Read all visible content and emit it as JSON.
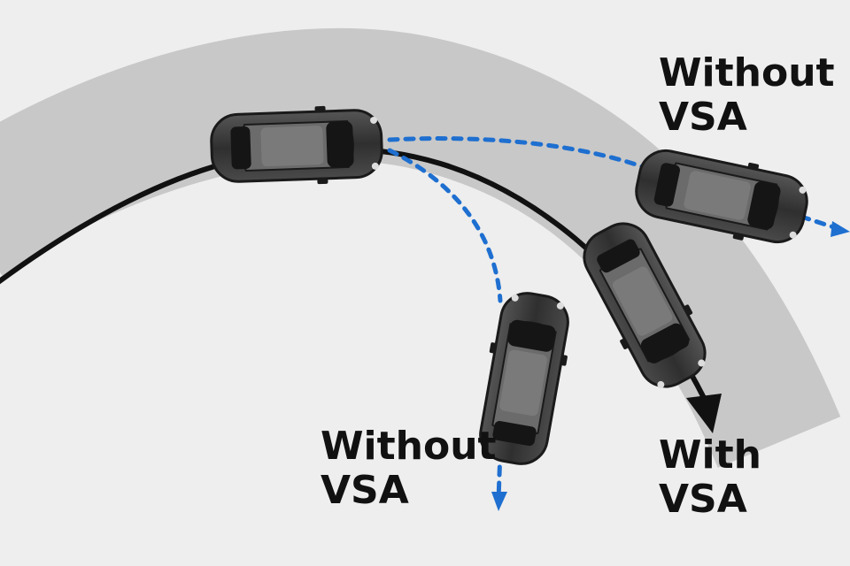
{
  "labels": {
    "without_top": {
      "line1": "Without",
      "line2": "VSA"
    },
    "without_bottom": {
      "line1": "Without",
      "line2": "VSA"
    },
    "with": {
      "line1": "With",
      "line2": "VSA"
    }
  },
  "colors": {
    "background": "#eeeeee",
    "road": "#c8c8c8",
    "ideal_path": "#111111",
    "skid_path": "#1e6fd0",
    "car_body": "#3a3a3a",
    "text": "#111111"
  },
  "icons": [
    "car-icon"
  ]
}
